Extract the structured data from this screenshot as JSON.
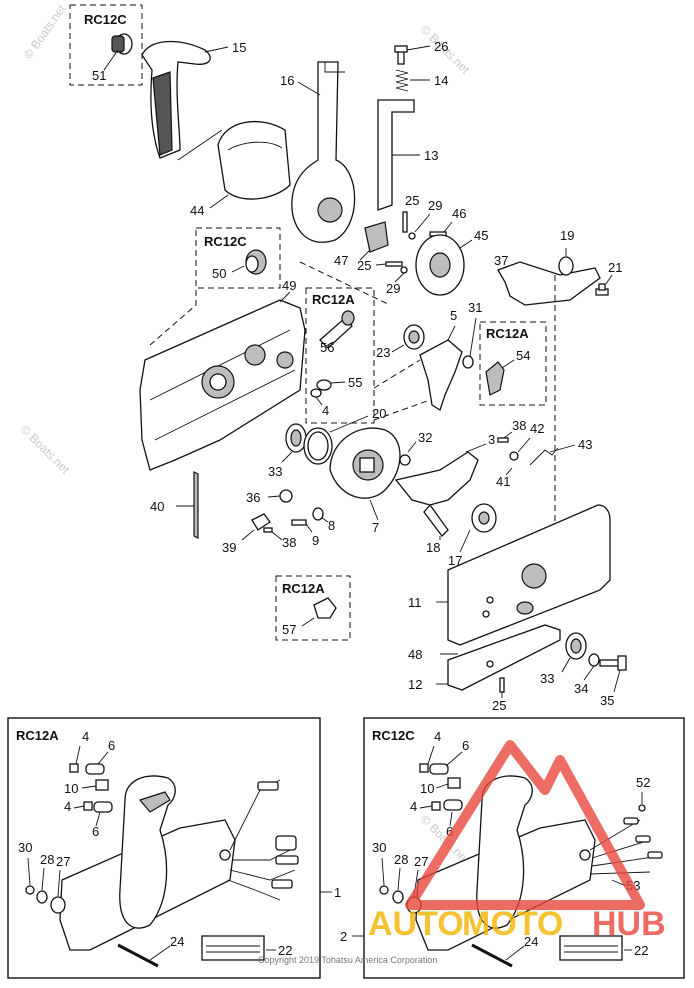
{
  "watermark": "© Boats.net",
  "copyright": "Copyright 2019 Tohatsu America Corporation",
  "logo": {
    "text_left": "AUTO",
    "text_mid": "MOTO",
    "text_right": "HUB",
    "color": "#e8473c",
    "accent": "#f5b400"
  },
  "group_tags": {
    "rc12c_top": "RC12C",
    "rc12c_mid": "RC12C",
    "rc12a_mid": "RC12A",
    "rc12a_right": "RC12A",
    "rc12a_low": "RC12A",
    "box_left": "RC12A",
    "box_right": "RC12C"
  },
  "callouts": {
    "c15": "15",
    "c51": "51",
    "c16": "16",
    "c26": "26",
    "c14": "14",
    "c13": "13",
    "c44": "44",
    "c25a": "25",
    "c29a": "29",
    "c46": "46",
    "c45": "45",
    "c47": "47",
    "c25b": "25",
    "c29b": "29",
    "c50": "50",
    "c49": "49",
    "c19": "19",
    "c37": "37",
    "c21": "21",
    "c31": "31",
    "c5": "5",
    "c23": "23",
    "c56": "56",
    "c55": "55",
    "c54": "54",
    "c4a": "4",
    "c20": "20",
    "c33a": "33",
    "c32": "32",
    "c3": "3",
    "c38a": "38",
    "c42": "42",
    "c43": "43",
    "c41": "41",
    "c36": "36",
    "c40": "40",
    "c8": "8",
    "c7": "7",
    "c9": "9",
    "c39": "39",
    "c38b": "38",
    "c18": "18",
    "c17": "17",
    "c11": "11",
    "c57": "57",
    "c48": "48",
    "c12": "12",
    "c33b": "33",
    "c34": "34",
    "c35": "35",
    "c25c": "25",
    "L4a": "4",
    "L6a": "6",
    "L10": "10",
    "L4b": "4",
    "L6b": "6",
    "L30": "30",
    "L28": "28",
    "L27": "27",
    "L24": "24",
    "L22": "22",
    "L1": "1",
    "R4a": "4",
    "R6a": "6",
    "R10": "10",
    "R4b": "4",
    "R6b": "6",
    "R30": "30",
    "R28": "28",
    "R27": "27",
    "R52": "52",
    "R53": "53",
    "R24": "24",
    "R22": "22",
    "R2": "2"
  }
}
